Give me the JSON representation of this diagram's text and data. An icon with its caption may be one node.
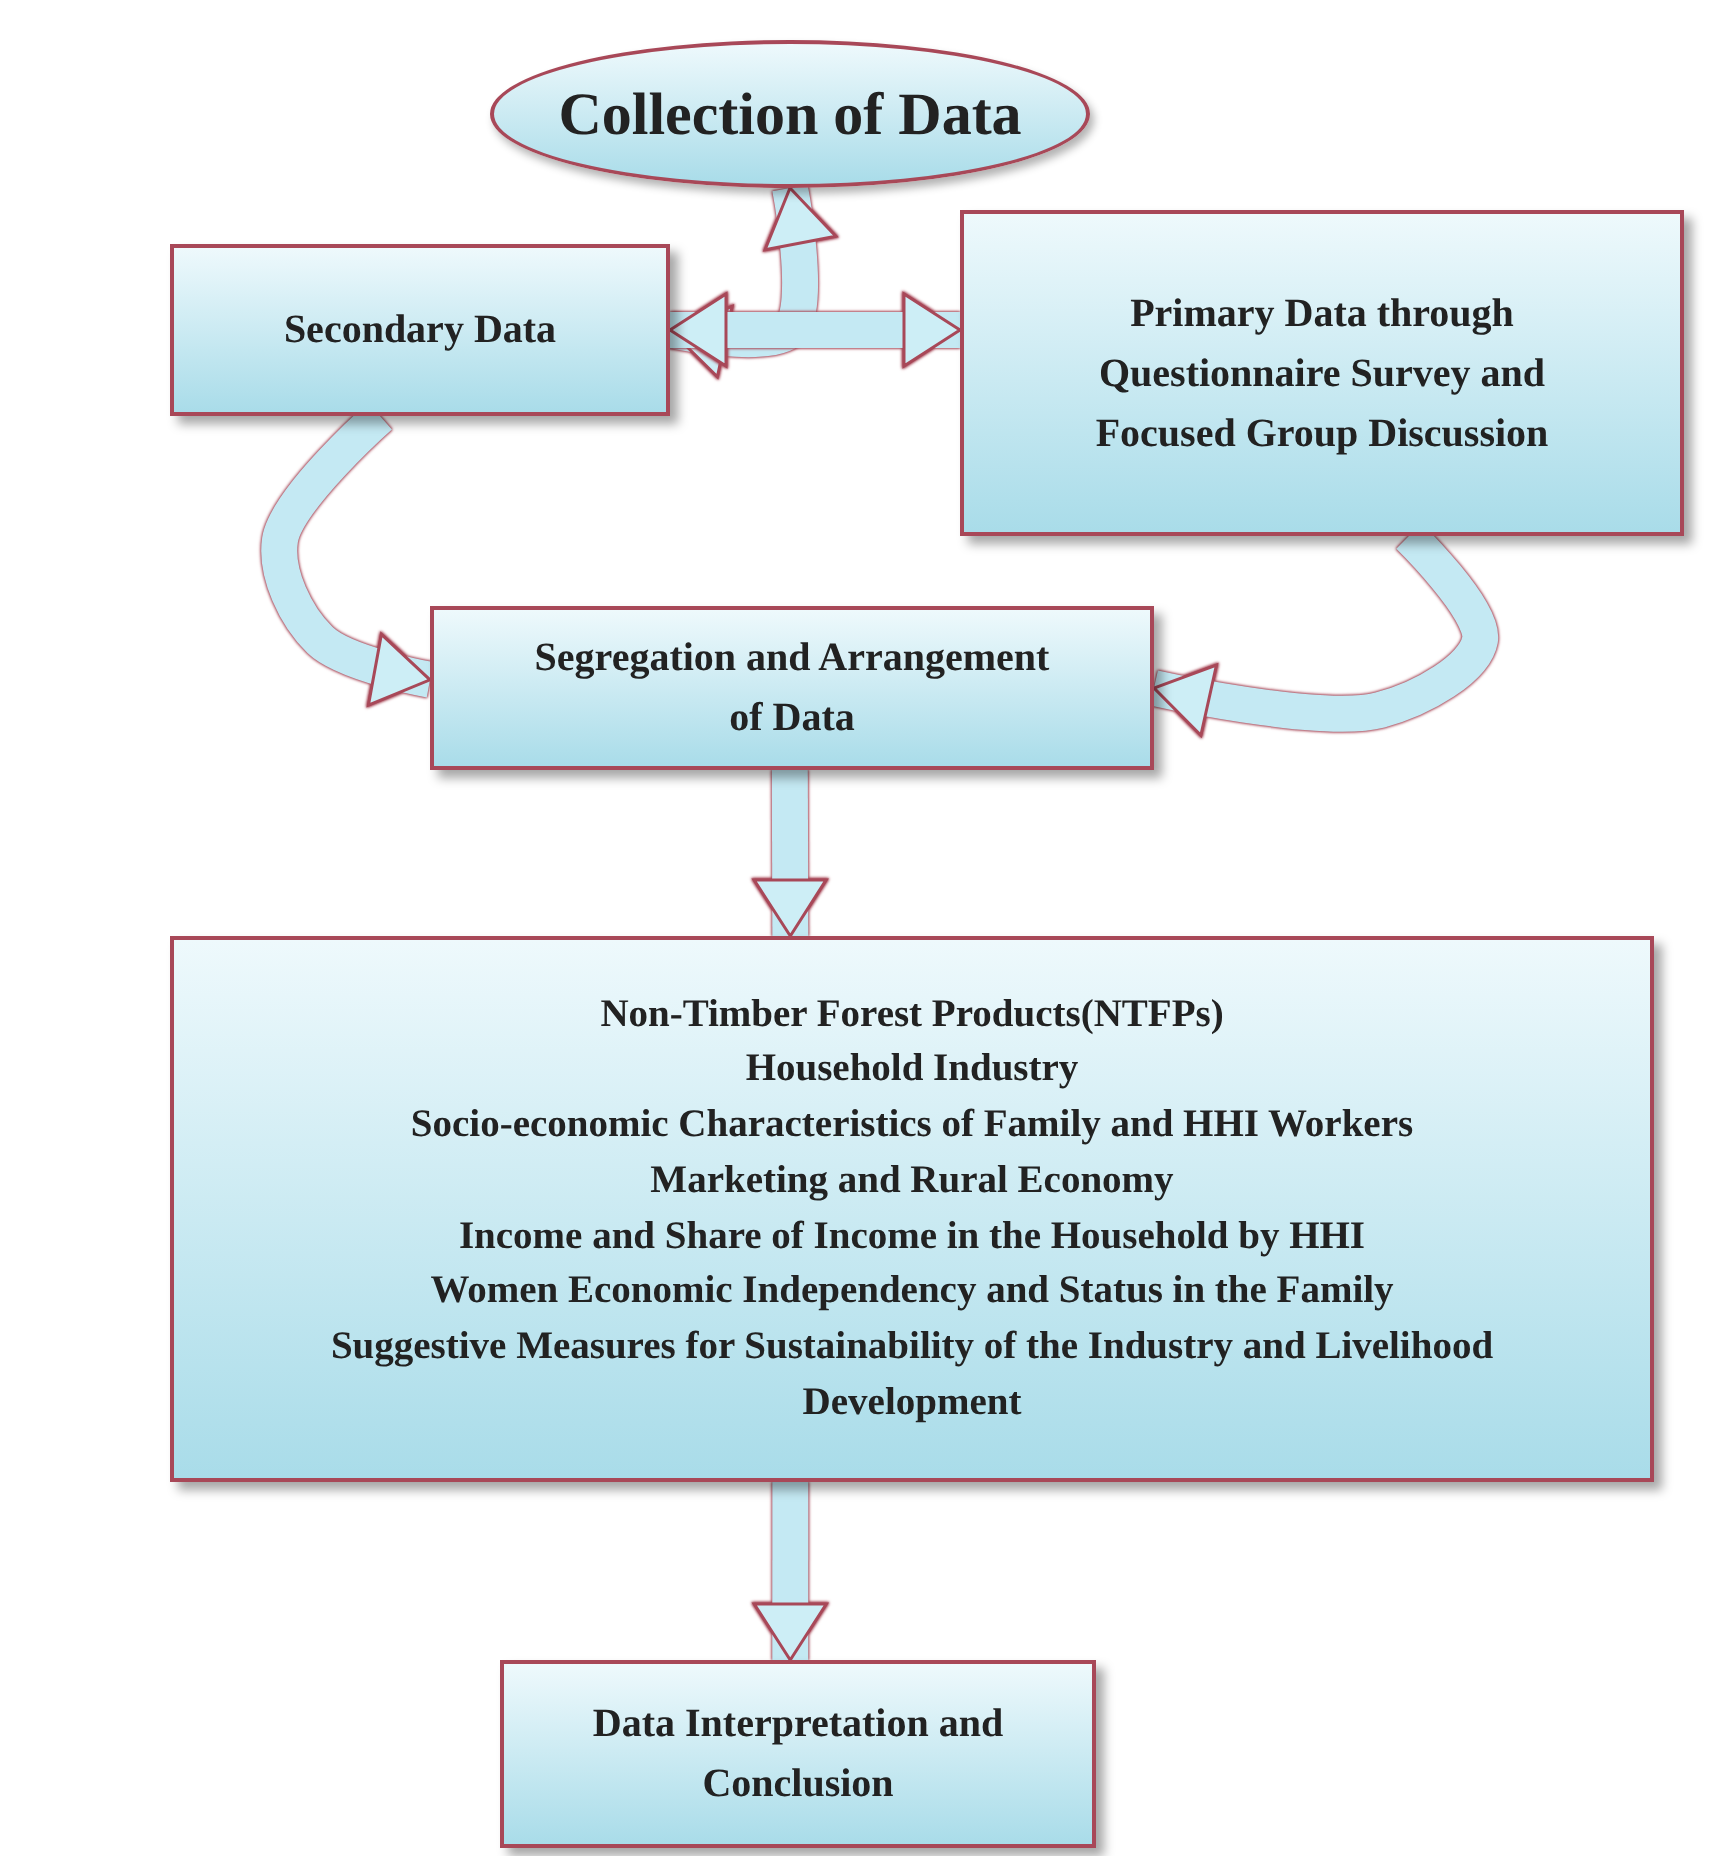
{
  "diagram": {
    "nodes": [
      {
        "text": [
          "Collection of Data"
        ]
      },
      {
        "text": [
          "Secondary Data"
        ]
      },
      {
        "text": [
          "Primary Data through Questionnaire Survey and Focused Group Discussion"
        ]
      },
      {
        "text": [
          "Segregation and Arrangement of Data"
        ]
      },
      {
        "text": [
          "Non-Timber Forest Products(NTFPs)",
          "Household Industry",
          "Socio-economic Characteristics of Family and HHI Workers",
          "Marketing and Rural Economy",
          "Income and Share of Income in the Household by HHI",
          "Women Economic Independency and Status in the Family",
          "Suggestive Measures for Sustainability of the Industry and Livelihood Development"
        ]
      },
      {
        "text": [
          "Data Interpretation and Conclusion"
        ]
      }
    ],
    "edges": [
      {
        "from": 1,
        "to": 0,
        "arrow": "both"
      },
      {
        "from": 1,
        "to": 2,
        "arrow": "both"
      },
      {
        "from": 1,
        "to": 3,
        "arrow": "to"
      },
      {
        "from": 2,
        "to": 3,
        "arrow": "to"
      },
      {
        "from": 3,
        "to": 4,
        "arrow": "to"
      },
      {
        "from": 4,
        "to": 5,
        "arrow": "to"
      }
    ]
  }
}
